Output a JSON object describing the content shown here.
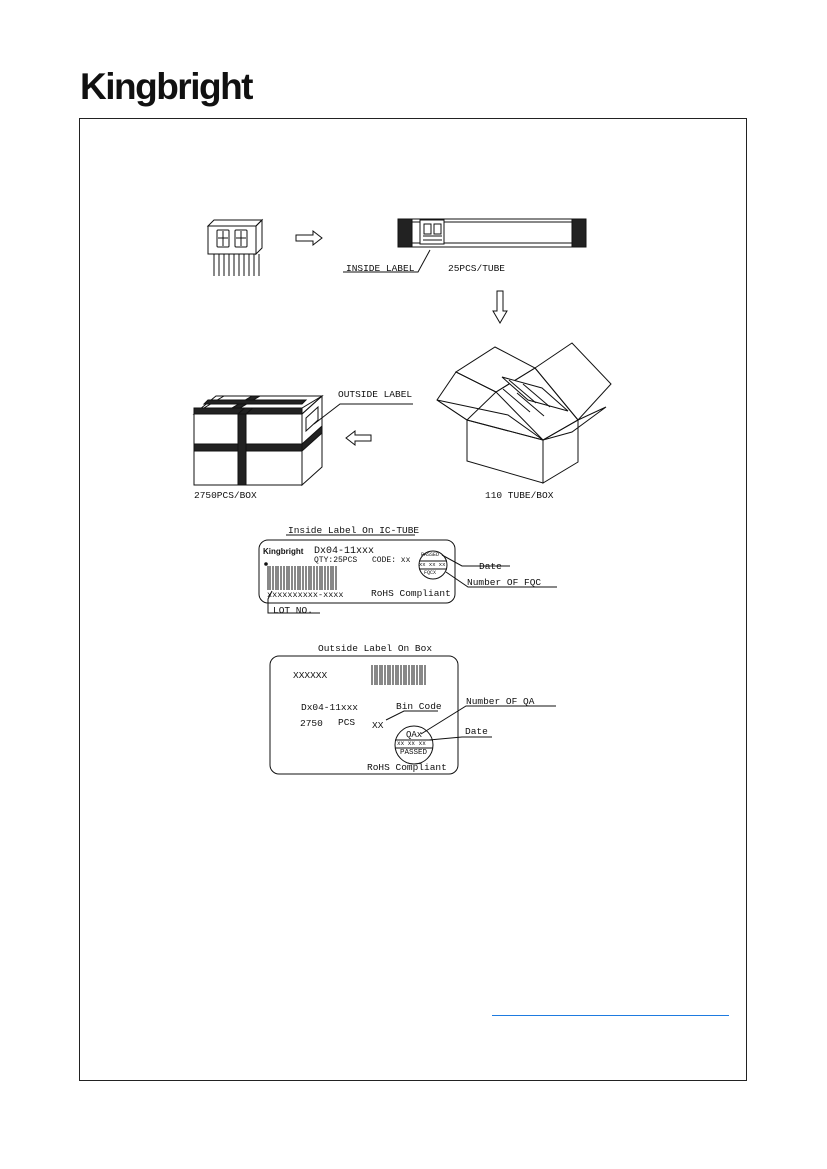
{
  "header": {
    "brand": "Kingbright"
  },
  "packing": {
    "inside_label": "INSIDE LABEL",
    "tube_qty": "25PCS/TUBE",
    "outside_label": "OUTSIDE LABEL",
    "box_qty": "2750PCS/BOX",
    "tube_per_box": "110 TUBE/BOX"
  },
  "inside_label_card": {
    "title": "Inside Label On IC-TUBE",
    "brand": "Kingbright",
    "part": "Dx04-11xxx",
    "qty": "QTY:25PCS",
    "code": "CODE: xx",
    "stamp_top": "PASSED",
    "stamp_mid": "xx xx xx",
    "stamp_bottom": "FQCX",
    "lot_value": "xxxxxxxxxx-xxxx",
    "rohs": "RoHS Compliant",
    "callout_date": "Date",
    "callout_fqc": "Number OF FQC",
    "callout_lot": "LOT NO."
  },
  "outside_label_card": {
    "title": "Outside Label On Box",
    "code": "XXXXXX",
    "part": "Dx04-11xxx",
    "qty": "2750",
    "pcs": "PCS",
    "bin_value": "XX",
    "stamp_top": "QAx",
    "stamp_mid": "xx xx xx",
    "stamp_bottom": "PASSED",
    "rohs": "RoHS Compliant",
    "callout_bin": "Bin Code",
    "callout_qa": "Number OF QA",
    "callout_date": "Date"
  },
  "colors": {
    "link": "#1e7be0",
    "ink": "#111111"
  }
}
